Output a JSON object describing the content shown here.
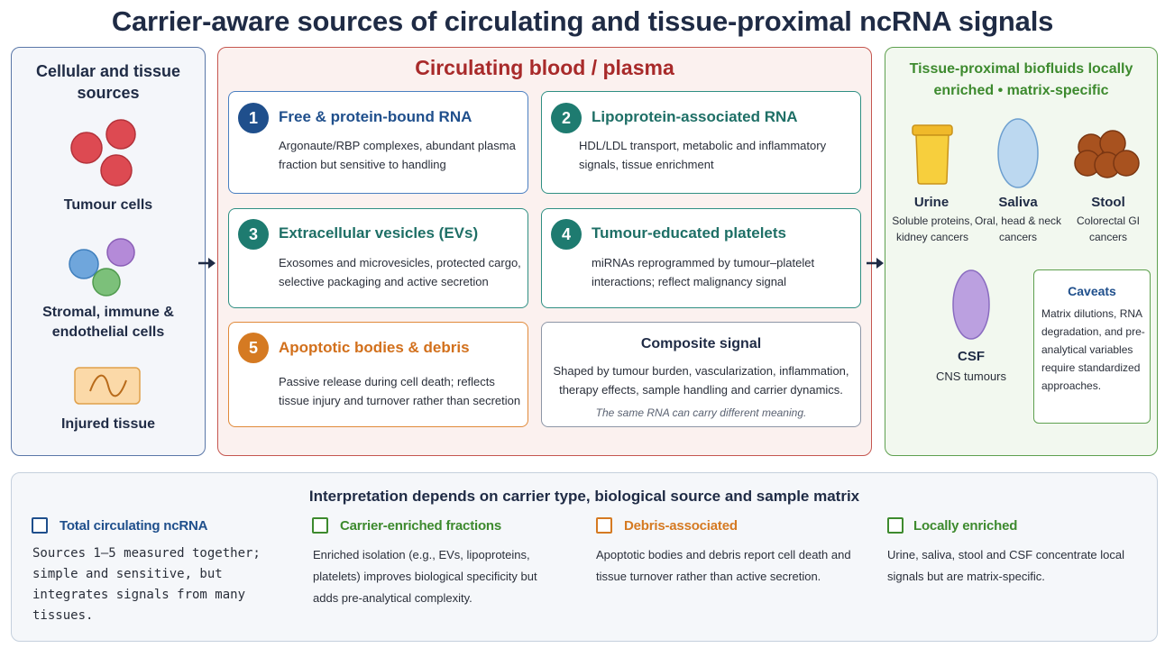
{
  "title": "Carrier-aware sources of circulating and tissue-proximal ncRNA signals",
  "left_panel": {
    "title": "Cellular and tissue sources",
    "items": [
      "Tumour cells",
      "Stromal, immune & endothelial cells",
      "Injured tissue"
    ]
  },
  "mid_panel": {
    "title": "Circulating blood / plasma",
    "cards": [
      {
        "num": "1",
        "title": "Free & protein-bound RNA",
        "desc": "Argonaute/RBP complexes, abundant plasma fraction but sensitive to handling"
      },
      {
        "num": "2",
        "title": "Lipoprotein-associated RNA",
        "desc": "HDL/LDL transport, metabolic and inflammatory signals, tissue enrichment"
      },
      {
        "num": "3",
        "title": "Extracellular vesicles (EVs)",
        "desc": "Exosomes and microvesicles, protected cargo, selective packaging and active secretion"
      },
      {
        "num": "4",
        "title": "Tumour-educated platelets",
        "desc": "miRNAs reprogrammed by tumour–platelet interactions; reflect malignancy signal"
      },
      {
        "num": "5",
        "title": "Apoptotic bodies & debris",
        "desc": "Passive release during cell death; reflects tissue injury and turnover rather than secretion"
      }
    ],
    "composite": {
      "title": "Composite signal",
      "desc": "Shaped by tumour burden, vascularization, inflammation, therapy effects, sample handling and carrier dynamics.",
      "note": "The same RNA can carry different meaning."
    }
  },
  "right_panel": {
    "title": "Tissue-proximal biofluids locally enriched • matrix-specific",
    "fluids": [
      {
        "name": "Urine",
        "desc": "Soluble proteins, kidney cancers"
      },
      {
        "name": "Saliva",
        "desc": "Oral, head & neck cancers"
      },
      {
        "name": "Stool",
        "desc": "Colorectal GI cancers"
      },
      {
        "name": "CSF",
        "desc": "CNS tumours"
      }
    ],
    "caveats": {
      "title": "Caveats",
      "text": "Matrix dilutions, RNA degradation, and pre-analytical variables require standardized approaches."
    }
  },
  "bottom_panel": {
    "title": "Interpretation depends on carrier type, biological source and sample matrix",
    "items": [
      {
        "label": "Total circulating ncRNA",
        "text": "Sources 1–5 measured together; simple and sensitive, but integrates signals from many tissues."
      },
      {
        "label": "Carrier-enriched fractions",
        "text": "Enriched isolation (e.g., EVs, lipoproteins, platelets) improves biological specificity but adds pre-analytical complexity."
      },
      {
        "label": "Debris-associated",
        "text": "Apoptotic bodies and debris report cell death and tissue turnover rather than active secretion."
      },
      {
        "label": "Locally enriched",
        "text": "Urine, saliva, stool and CSF concentrate local signals but are matrix-specific."
      }
    ]
  },
  "colors": {
    "navy": "#1f2b45",
    "red": "#a82a2a",
    "blue": "#1f4f8c",
    "teal": "#1e7b70",
    "orange": "#d57a22",
    "green": "#3d8a2e"
  }
}
